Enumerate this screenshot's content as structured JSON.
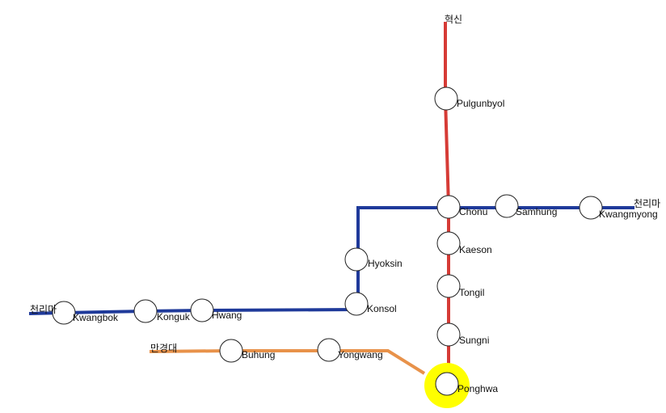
{
  "colors": {
    "red_line": "#d63b36",
    "blue_line": "#1f3a9a",
    "orange_line": "#e8924a",
    "highlight": "#ffff00",
    "station_fill": "#ffffff",
    "station_stroke": "#222222",
    "text": "#111111"
  },
  "termini": {
    "red_north": "혁신",
    "blue_east": "천리마",
    "blue_west": "천리마",
    "orange_west": "만경대"
  },
  "stations": {
    "pulgunbyol": "Pulgunbyol",
    "chonu": "Chonu",
    "samhung": "Samhung",
    "kwangmyong": "Kwangmyong",
    "kaeson": "Kaeson",
    "hyoksin": "Hyoksin",
    "tongil": "Tongil",
    "konsol": "Konsol",
    "kwangbok": "Kwangbok",
    "konguk": "Konguk",
    "hwanggumbol": "Hwang",
    "sungni": "Sungni",
    "buhung": "Buhung",
    "yonggwang": "Yongwang",
    "ponghwa": "Ponghwa"
  },
  "selected_station": "Ponghwa"
}
